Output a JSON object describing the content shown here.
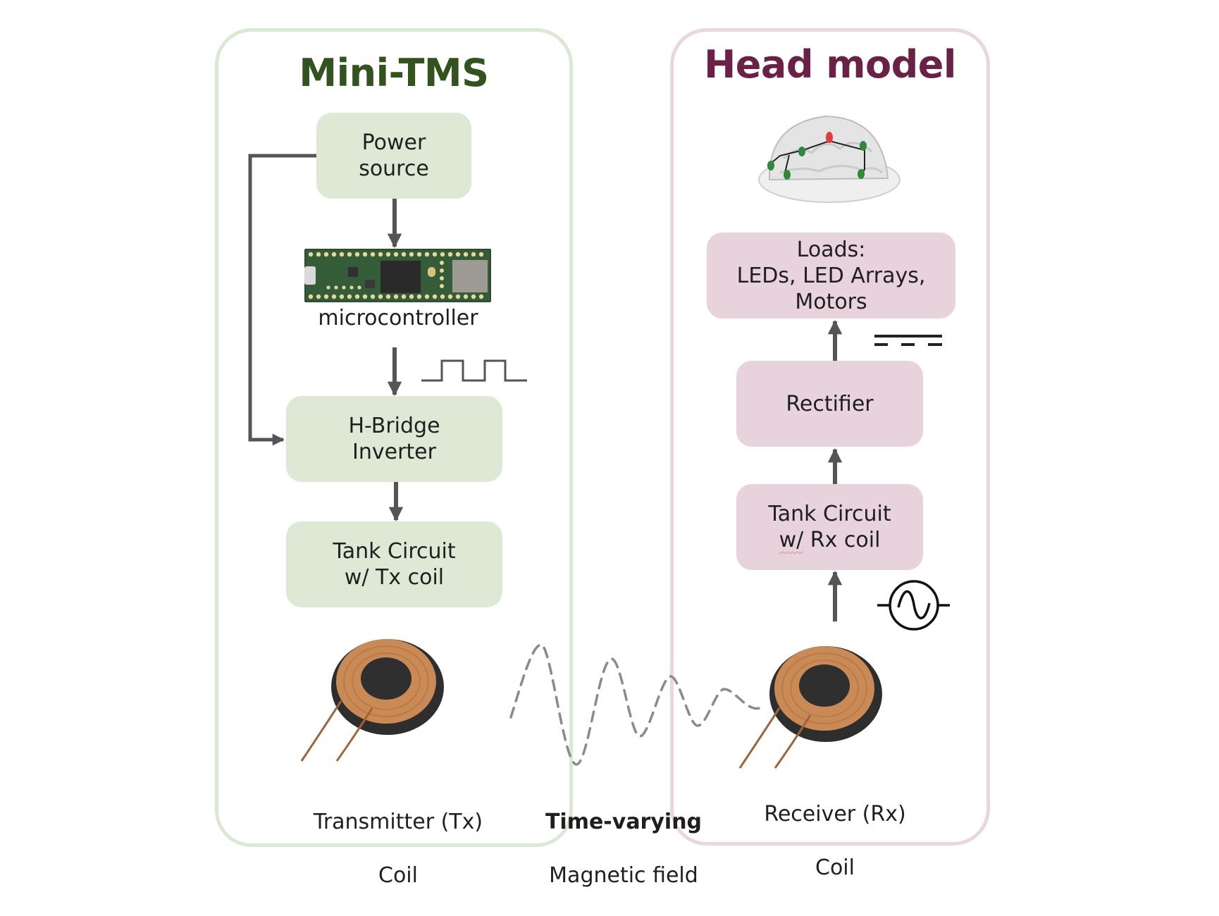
{
  "left_panel": {
    "title": "Mini-TMS",
    "accent_color": "#33531e",
    "box_color": "#dde9d5",
    "border_color": "#dbe9d2",
    "blocks": {
      "power_source": "Power\nsource",
      "microcontroller_label": "microcontroller",
      "h_bridge": "H-Bridge\nInverter",
      "tank_circuit": "Tank Circuit\nw/ Tx coil"
    },
    "coil_label_line1": "Transmitter (Tx)",
    "coil_label_line2": "Coil",
    "signal_symbol": "square-wave-icon"
  },
  "right_panel": {
    "title": "Head model",
    "accent_color": "#6b2046",
    "box_color": "#e8d3dd",
    "border_color": "#ead6e0",
    "blocks": {
      "loads_line1": "Loads:",
      "loads_line2": "LEDs, LED Arrays,",
      "loads_line3": "Motors",
      "rectifier": "Rectifier",
      "tank_line1": "Tank Circuit",
      "tank_line2_a": "w/",
      "tank_line2_b": " Rx coil"
    },
    "coil_label_line1": "Receiver (Rx)",
    "coil_label_line2": "Coil",
    "dc_symbol": "dc-symbol-icon",
    "ac_symbol": "ac-source-icon"
  },
  "middle": {
    "field_label_bold": "Time-varying",
    "field_label": "Magnetic field",
    "wave_symbol": "dashed-damped-wave"
  }
}
